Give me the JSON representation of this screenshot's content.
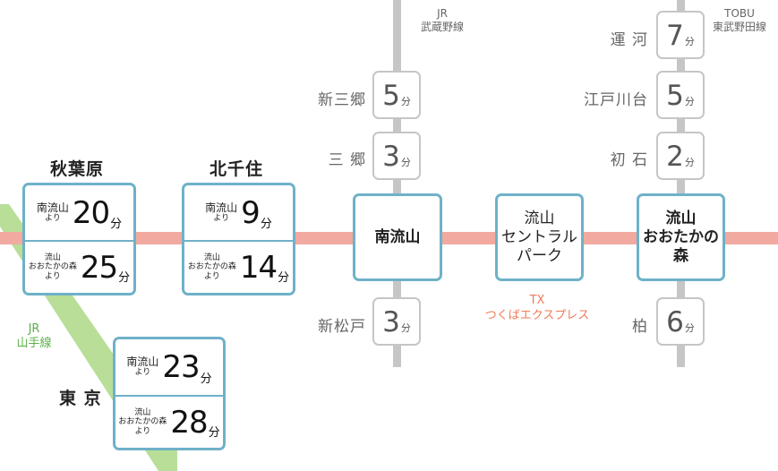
{
  "colors": {
    "tx_line": "#f2aaa0",
    "jr_yamanote": "#b8de98",
    "side_lines": "#c6c6c6",
    "frame_blue": "#6fb1c9",
    "tx_text": "#ee7b59",
    "yamanote_text": "#5ab04a"
  },
  "unit": "分",
  "lines": {
    "musashino": {
      "operator": "JR",
      "name": "武蔵野線"
    },
    "tobu": {
      "operator": "TOBU",
      "name": "東武野田線"
    },
    "yamanote": {
      "operator": "JR",
      "name": "山手線"
    },
    "tx": {
      "code": "TX",
      "name": "つくばエクスプレス"
    }
  },
  "stations": {
    "minami_nagareyama": "南流山",
    "central_park": [
      "流山",
      "セントラル",
      "パーク"
    ],
    "otakanomori": [
      "流山",
      "おおたかの森"
    ]
  },
  "musashino_stations": [
    {
      "name": "新三郷",
      "minutes": 5
    },
    {
      "name": "三 郷",
      "minutes": 3
    },
    {
      "name": "新松戸",
      "minutes": 3
    }
  ],
  "tobu_stations": [
    {
      "name": "運 河",
      "minutes": 7
    },
    {
      "name": "江戸川台",
      "minutes": 5
    },
    {
      "name": "初 石",
      "minutes": 2
    },
    {
      "name": "柏",
      "minutes": 6
    }
  ],
  "destinations": {
    "akihabara": {
      "name": "秋葉原",
      "from_minami": {
        "from": "南流山",
        "suffix": "より",
        "minutes": 20
      },
      "from_otaka": {
        "from": [
          "流山",
          "おおたかの森"
        ],
        "suffix": "より",
        "minutes": 25
      }
    },
    "kitasenju": {
      "name": "北千住",
      "from_minami": {
        "from": "南流山",
        "suffix": "より",
        "minutes": 9
      },
      "from_otaka": {
        "from": [
          "流山",
          "おおたかの森"
        ],
        "suffix": "より",
        "minutes": 14
      }
    },
    "tokyo": {
      "name": "東 京",
      "from_minami": {
        "from": "南流山",
        "suffix": "より",
        "minutes": 23
      },
      "from_otaka": {
        "from": [
          "流山",
          "おおたかの森"
        ],
        "suffix": "より",
        "minutes": 28
      }
    }
  }
}
